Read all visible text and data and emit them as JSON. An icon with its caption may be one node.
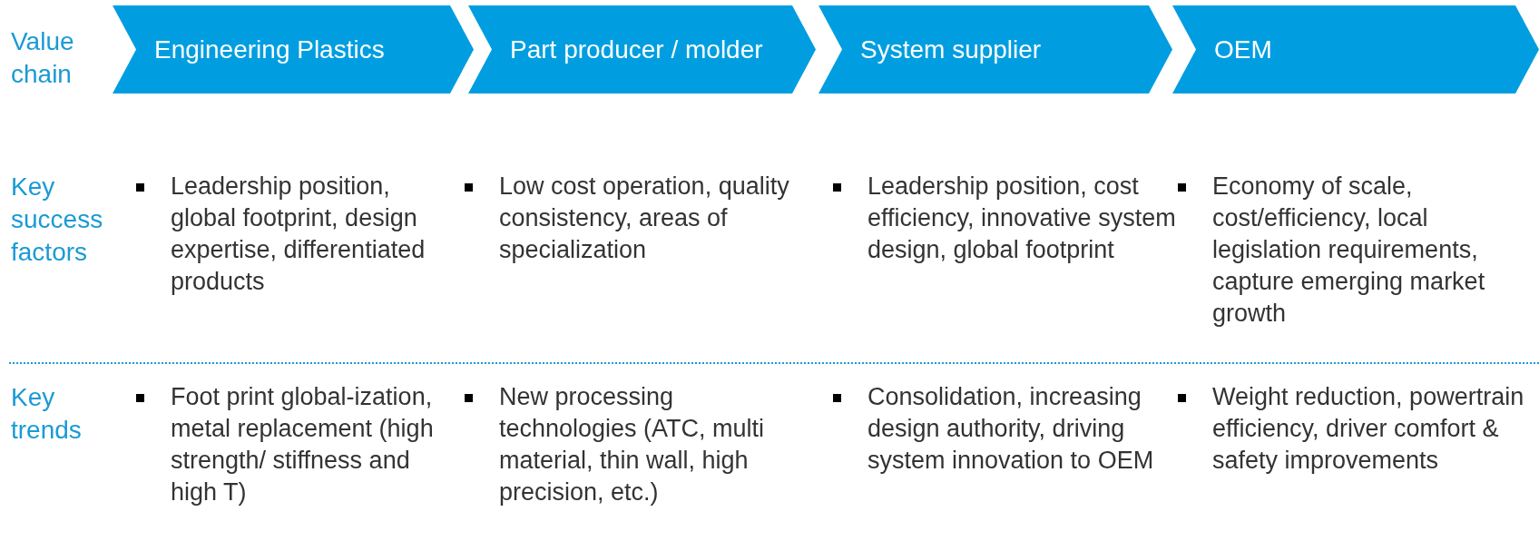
{
  "diagram": {
    "nodes": [
      {
        "text": [
          "Engineering Plastics"
        ]
      },
      {
        "text": [
          "Part producer / molder"
        ]
      },
      {
        "text": [
          "System supplier"
        ]
      },
      {
        "text": [
          "OEM"
        ]
      }
    ],
    "labels": [
      "Value chain",
      "Key success factors",
      "Leadership position, global footprint, design expertise, differentiated products",
      "Low cost operation, quality consistency, areas of specialization",
      "Leadership position, cost efficiency, innovative system design, global footprint",
      "Economy of scale, cost/efficiency, local legislation requirements, capture emerging market growth",
      "Key trends",
      "Foot print global-ization, metal replacement (high strength/ stiffness and high T)",
      "New processing technologies (ATC, multi material, thin wall, high precision, etc.)",
      "Consolidation, increasing design authority, driving system innovation to OEM",
      "Weight reduction, powertrain efficiency, driver comfort & safety improvements"
    ]
  }
}
